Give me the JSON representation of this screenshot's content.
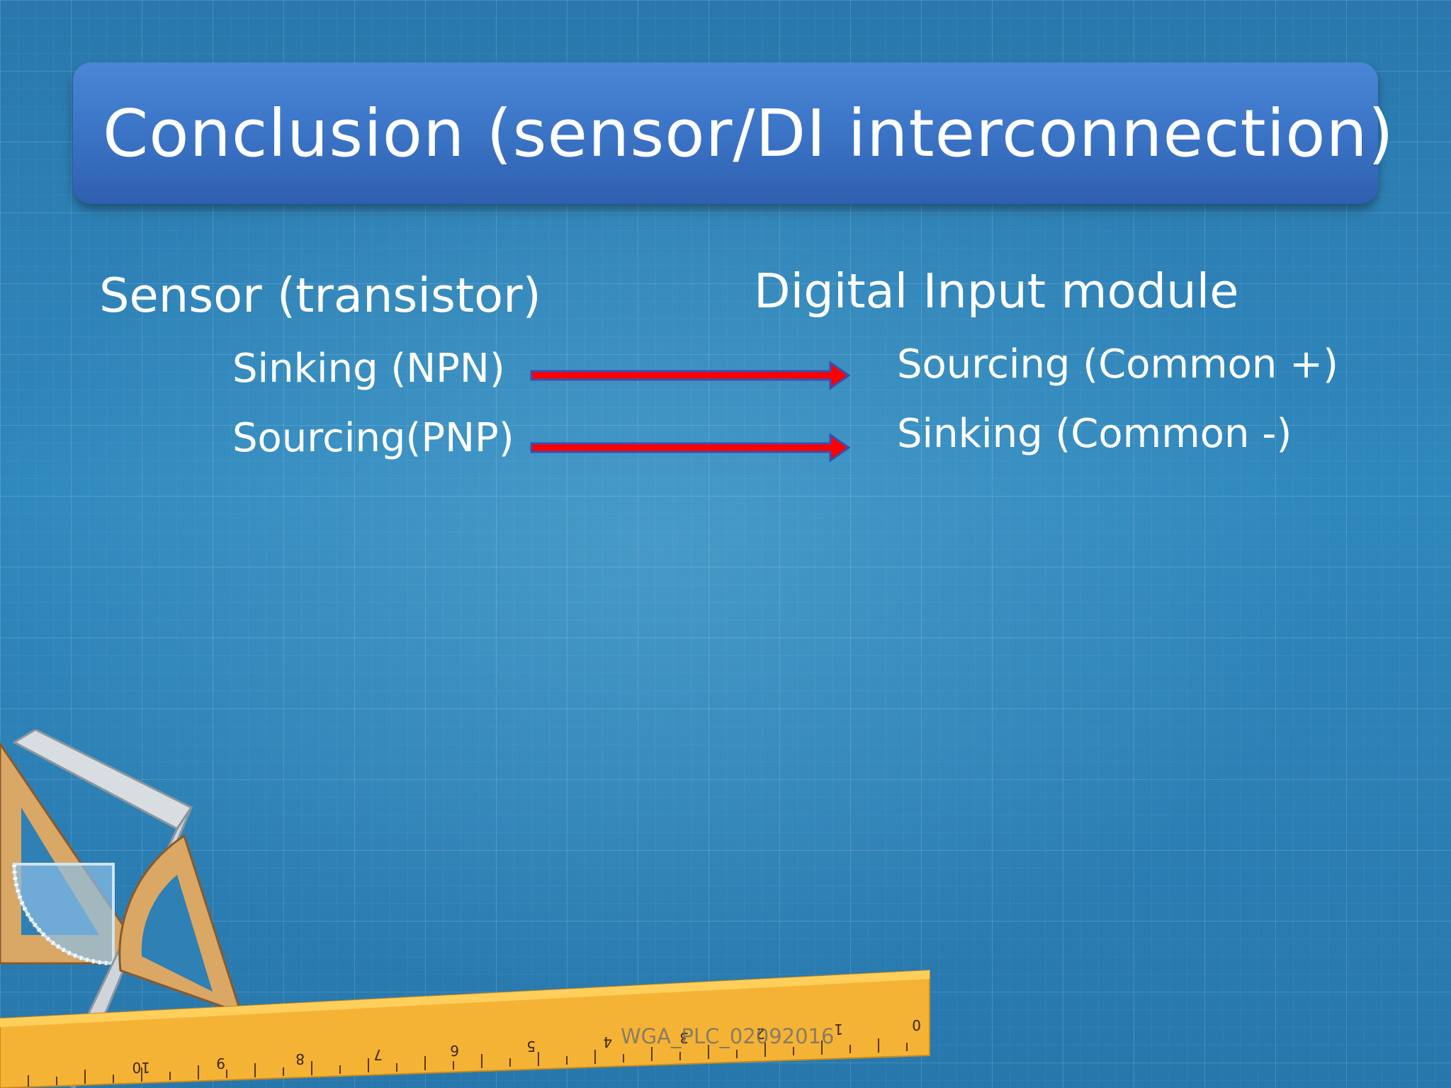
{
  "slide": {
    "title": "Conclusion (sensor/DI interconnection)",
    "left_heading": "Sensor (transistor)",
    "right_heading": "Digital Input module",
    "rows": [
      {
        "sensor": "Sinking (NPN)",
        "module": "Sourcing (Common +)"
      },
      {
        "sensor": "Sourcing(PNP)",
        "module": "Sinking (Common -)"
      }
    ],
    "footer": "WGA_PLC_02092016",
    "ruler_numbers": [
      "10",
      "9",
      "8",
      "7",
      "6",
      "5",
      "4",
      "3",
      "2",
      "1",
      "0"
    ]
  },
  "colors": {
    "background": "#2a78ad",
    "title_bar": "#3b74c6",
    "arrow": "#ff0000",
    "arrow_outline": "#3a4fb0",
    "ruler": "#f5b335"
  },
  "icons": [
    "arrow-right-icon",
    "ruler-illustration",
    "protractor-illustration",
    "set-square-illustration"
  ]
}
